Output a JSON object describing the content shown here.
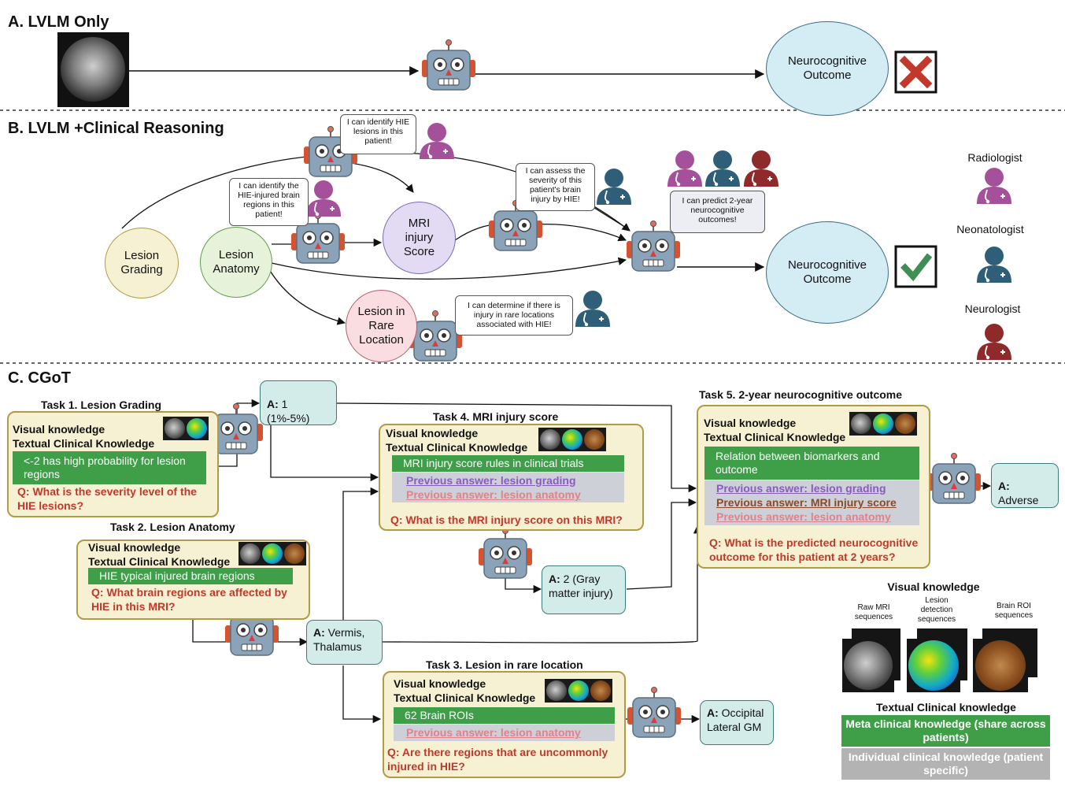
{
  "sections": {
    "a": "A. LVLM Only",
    "b": "B. LVLM +Clinical Reasoning",
    "c": "C. CGoT"
  },
  "nodes": {
    "outcome_label": "Neurocognitive Outcome",
    "lesion_grading": "Lesion Grading",
    "lesion_anatomy": "Lesion Anatomy",
    "mri_injury_score": "MRI injury Score",
    "lesion_rare_location": "Lesion in Rare Location"
  },
  "bubbles": {
    "identify_hie": "I can identify HIE lesions in this patient!",
    "identify_regions": "I can identify the HIE-injured brain regions in this patient!",
    "assess_severity": "I can assess the severity of this patient's brain injury by HIE!",
    "predict_outcome": "I can predict 2-year neurocognitive outcomes!",
    "rare_locations": "I can determine if there is injury in rare locations associated with HIE!"
  },
  "roles": {
    "radiologist": "Radiologist",
    "neonatologist": "Neonatologist",
    "neurologist": "Neurologist"
  },
  "colors": {
    "radiologist": "#a4509a",
    "neonatologist": "#2f5f78",
    "neurologist": "#8e2a2a",
    "green": "#3f9f48",
    "question_red": "#c0392b"
  },
  "common": {
    "visual": "Visual knowledge",
    "textual": "Textual Clinical Knowledge",
    "prev_grading": "Previous answer: lesion grading",
    "prev_anatomy": "Previous answer: lesion anatomy",
    "prev_mri": "Previous answer: MRI injury score"
  },
  "tasks": {
    "t1": {
      "title": "Task 1. Lesion Grading",
      "knowledge": "<-2 has high probability for lesion regions",
      "q": "Q: What is the severity level of the HIE lesions?"
    },
    "t2": {
      "title": "Task 2. Lesion Anatomy",
      "knowledge": "HIE typical injured brain regions",
      "q": "Q: What brain regions are affected by HIE in this MRI?"
    },
    "t3": {
      "title": "Task 3. Lesion in rare location",
      "knowledge": "62 Brain ROIs",
      "q": "Q: Are there regions that are uncommonly injured in HIE?"
    },
    "t4": {
      "title": "Task 4. MRI injury score",
      "knowledge": "MRI injury score rules in clinical trials",
      "q": "Q:  What is the MRI injury score on this MRI?"
    },
    "t5": {
      "title": "Task 5. 2-year neurocognitive outcome",
      "knowledge": "Relation between biomarkers and outcome",
      "q": "Q: What is the predicted neurocognitive outcome for this patient at 2 years?"
    }
  },
  "answers": {
    "prefix": "A:",
    "a1": "1 (1%-5%)",
    "a2": "Vermis, Thalamus",
    "a3": "Occipital Lateral GM",
    "a4": "2 (Gray matter injury)",
    "a5": "Adverse"
  },
  "legend": {
    "visual_title": "Visual knowledge",
    "raw": "Raw MRI sequences",
    "detection": "Lesion detection sequences",
    "roi": "Brain ROI sequences",
    "textual_title": "Textual Clinical knowledge",
    "meta": "Meta clinical knowledge (share across patients)",
    "individual": "Individual clinical knowledge (patient specific)"
  }
}
